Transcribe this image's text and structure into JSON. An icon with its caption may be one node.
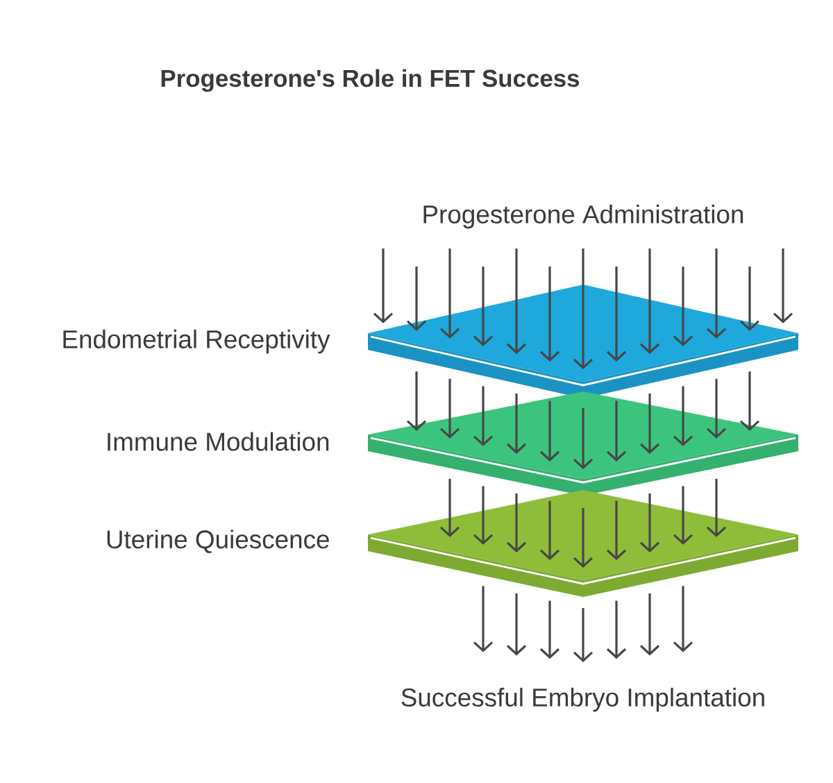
{
  "diagram": {
    "title": "Progesterone's Role in FET Success",
    "nodes": [
      {
        "text": [
          "Progesterone Administration"
        ]
      },
      {
        "text": [
          "Endometrial Receptivity"
        ]
      },
      {
        "text": [
          "Immune Modulation"
        ]
      },
      {
        "text": [
          "Uterine Quiescence"
        ]
      },
      {
        "text": [
          "Successful Embryo Implantation"
        ]
      }
    ],
    "edges": [
      {
        "from": 0,
        "to": 1,
        "arrow": "to"
      },
      {
        "from": 0,
        "to": 1,
        "arrow": "to"
      },
      {
        "from": 0,
        "to": 1,
        "arrow": "to"
      },
      {
        "from": 0,
        "to": 1,
        "arrow": "to"
      },
      {
        "from": 0,
        "to": 1,
        "arrow": "to"
      },
      {
        "from": 0,
        "to": 1,
        "arrow": "to"
      },
      {
        "from": 0,
        "to": 1,
        "arrow": "to"
      },
      {
        "from": 0,
        "to": 1,
        "arrow": "to"
      },
      {
        "from": 0,
        "to": 1,
        "arrow": "to"
      },
      {
        "from": 0,
        "to": 1,
        "arrow": "to"
      },
      {
        "from": 0,
        "to": 1,
        "arrow": "to"
      },
      {
        "from": 0,
        "to": 1,
        "arrow": "to"
      },
      {
        "from": 0,
        "to": 1,
        "arrow": "to"
      },
      {
        "from": 1,
        "to": 2,
        "arrow": "to"
      },
      {
        "from": 1,
        "to": 2,
        "arrow": "to"
      },
      {
        "from": 1,
        "to": 2,
        "arrow": "to"
      },
      {
        "from": 1,
        "to": 2,
        "arrow": "to"
      },
      {
        "from": 1,
        "to": 2,
        "arrow": "to"
      },
      {
        "from": 1,
        "to": 2,
        "arrow": "to"
      },
      {
        "from": 1,
        "to": 2,
        "arrow": "to"
      },
      {
        "from": 1,
        "to": 2,
        "arrow": "to"
      },
      {
        "from": 1,
        "to": 2,
        "arrow": "to"
      },
      {
        "from": 1,
        "to": 2,
        "arrow": "to"
      },
      {
        "from": 1,
        "to": 2,
        "arrow": "to"
      },
      {
        "from": 2,
        "to": 3,
        "arrow": "to"
      },
      {
        "from": 2,
        "to": 3,
        "arrow": "to"
      },
      {
        "from": 2,
        "to": 3,
        "arrow": "to"
      },
      {
        "from": 2,
        "to": 3,
        "arrow": "to"
      },
      {
        "from": 2,
        "to": 3,
        "arrow": "to"
      },
      {
        "from": 2,
        "to": 3,
        "arrow": "to"
      },
      {
        "from": 2,
        "to": 3,
        "arrow": "to"
      },
      {
        "from": 2,
        "to": 3,
        "arrow": "to"
      },
      {
        "from": 2,
        "to": 3,
        "arrow": "to"
      },
      {
        "from": 3,
        "to": 4,
        "arrow": "to"
      },
      {
        "from": 3,
        "to": 4,
        "arrow": "to"
      },
      {
        "from": 3,
        "to": 4,
        "arrow": "to"
      },
      {
        "from": 3,
        "to": 4,
        "arrow": "to"
      },
      {
        "from": 3,
        "to": 4,
        "arrow": "to"
      },
      {
        "from": 3,
        "to": 4,
        "arrow": "to"
      },
      {
        "from": 3,
        "to": 4,
        "arrow": "to"
      }
    ]
  }
}
